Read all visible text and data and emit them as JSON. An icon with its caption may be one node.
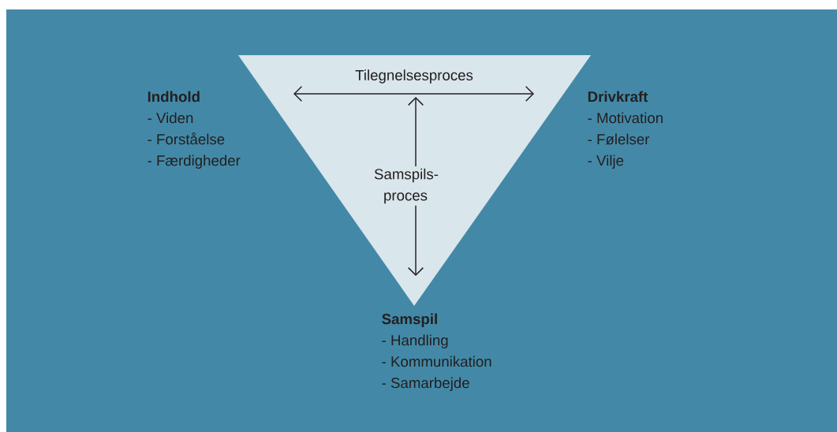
{
  "diagram": {
    "nodes": [
      {
        "text": [
          "Tilegnelsesproces",
          "Samspils- proces"
        ]
      },
      {
        "text": [
          "Indhold",
          "- Viden",
          "- Forståelse",
          "- Færdigheder"
        ]
      },
      {
        "text": [
          "Drivkraft",
          "- Motivation",
          "- Følelser",
          "- Vilje"
        ]
      },
      {
        "text": [
          "Samspil",
          "- Handling",
          "- Kommunikation",
          "- Samarbejde"
        ]
      }
    ]
  }
}
